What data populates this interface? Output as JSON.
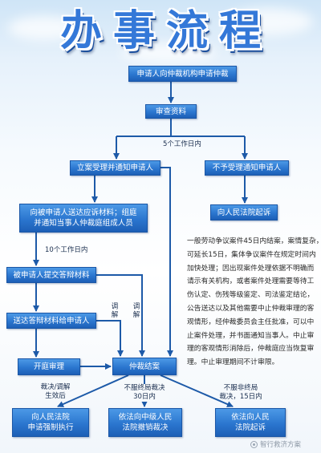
{
  "title": "办事流程",
  "colors": {
    "title": "#3478d8",
    "box_fill": "#2b76cf",
    "arrow": "#1d5aa8"
  },
  "steps": {
    "apply": "申请人向仲裁机构申请仲裁",
    "review": "审查资料",
    "accept": "立案受理并通知申请人",
    "reject": "不予受理通知申请人",
    "serve": [
      "向被申请人送达应诉材料；组庭",
      "并通知当事人仲裁庭组成人员"
    ],
    "sue": "向人民法院起诉",
    "defense": "被申请人提交答辩材料",
    "deliver_defense": "送达答辩材料给申请人",
    "hearing": "开庭审理",
    "close": "仲裁结案",
    "enforce": [
      "向人民法院",
      "申请强制执行"
    ],
    "revoke": [
      "依法向中级人民",
      "法院撤销裁决"
    ],
    "sue_court": [
      "依法向人民",
      "法院起诉"
    ]
  },
  "labels": {
    "five_days": "5个工作日内",
    "ten_days": "10个工作日内",
    "mediation_1": "调解",
    "mediation_2": "调解",
    "effective": [
      "裁决/调解",
      "生效后"
    ],
    "final_30": [
      "不服终局裁决",
      "30日内"
    ],
    "nonfinal_15": [
      "不服非终局",
      "裁决，15日内"
    ]
  },
  "note": [
    "一般劳动争议案件45日内结案，案情复杂，",
    "可延长15日，集体争议案件在规定时间内",
    "加快处理；因出现案件处理依据不明确而",
    "请示有关机构，或者案件处理需要等待工",
    "伤认定、伤残等级鉴定、司法鉴定结论，",
    "公告送达以及其他需要中止仲裁审理的客",
    "观情形，经仲裁委员会主任批准，可以中",
    "止案件处理，并书面通知当事人。中止审",
    "理的客观情形消除后，仲裁庭应当恢复审",
    "理。中止审理期间不计审限。"
  ],
  "watermark": "智行救济方案"
}
